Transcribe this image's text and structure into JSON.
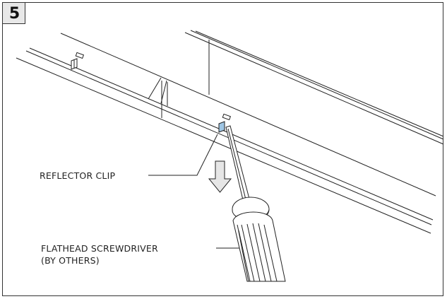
{
  "step": {
    "number": "5"
  },
  "labels": {
    "reflector_clip": "REFLECTOR CLIP",
    "screwdriver_line1": "FLATHEAD SCREWDRIVER",
    "screwdriver_line2": "(BY OTHERS)"
  },
  "colors": {
    "line": "#222222",
    "clip_highlight": "#9fc6e4",
    "arrow_fill": "#e6e6e6",
    "step_box_fill": "#e8e8e8"
  },
  "icons": {
    "direction_arrow": "arrow-down-icon"
  }
}
